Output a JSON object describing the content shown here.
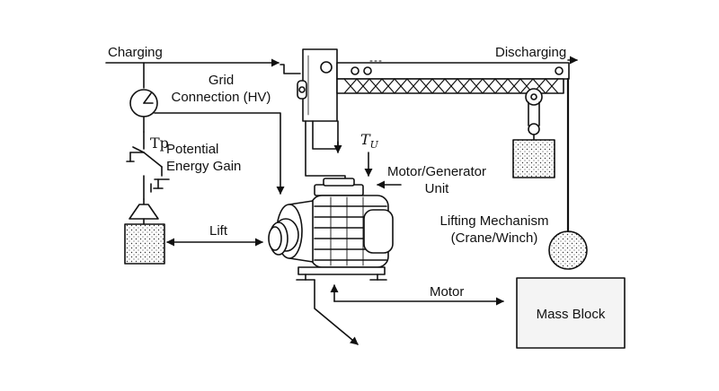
{
  "labels": {
    "charging": "Charging",
    "discharging": "Discharging",
    "grid_line1": "Grid",
    "grid_line2": "Connection (HV)",
    "tp_symbol": "Tp",
    "potential_line1": "Potential",
    "potential_line2": "Energy Gain",
    "tu_symbol": "T",
    "tu_sub": "U",
    "motor_gen_line1": "Motor/Generator",
    "motor_gen_line2": "Unit",
    "lift": "Lift",
    "lifting_line1": "Lifting Mechanism",
    "lifting_line2": "(Crane/Winch)",
    "motor": "Motor",
    "mass_block": "Mass Block"
  },
  "colors": {
    "stroke": "#111111",
    "background": "#ffffff",
    "fill_light": "#f4f4f4"
  }
}
